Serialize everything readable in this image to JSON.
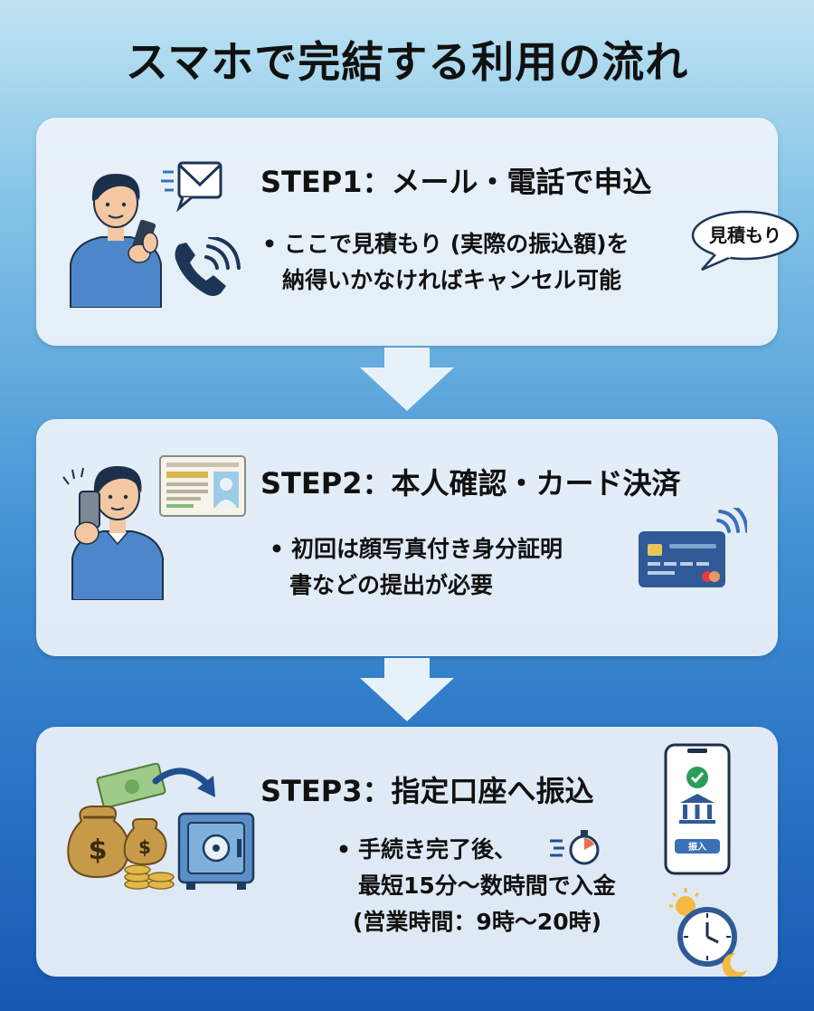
{
  "page": {
    "title": "スマホで完結する利用の流れ"
  },
  "steps": [
    {
      "title": "STEP1：メール・電話で申込",
      "bullet_marker": "•",
      "lines": [
        "ここで見積もり (実際の振込額)を",
        "納得いかなければキャンセル可能"
      ],
      "bubble": "見積もり",
      "icons": [
        "person-with-phone-icon",
        "mail-icon",
        "phone-icon",
        "speech-bubble-icon"
      ]
    },
    {
      "title": "STEP2：本人確認・カード決済",
      "bullet_marker": "•",
      "lines": [
        "初回は顔写真付き身分証明",
        "書などの提出が必要"
      ],
      "icons": [
        "person-selfie-icon",
        "id-card-icon",
        "credit-card-icon"
      ]
    },
    {
      "title": "STEP3：指定口座へ振込",
      "bullet_marker": "•",
      "lines": [
        "手続き完了後、",
        "最短15分〜数時間で入金",
        "(営業時間：9時〜20時)"
      ],
      "phone_button": "振入",
      "icons": [
        "money-bags-icon",
        "curved-arrow-icon",
        "safe-icon",
        "smartphone-bank-icon",
        "stopwatch-icon",
        "clock-sun-moon-icon"
      ]
    }
  ],
  "colors": {
    "accent": "#3b6fb6",
    "card": "#eef3fa",
    "arrow": "#e7f1fa"
  }
}
